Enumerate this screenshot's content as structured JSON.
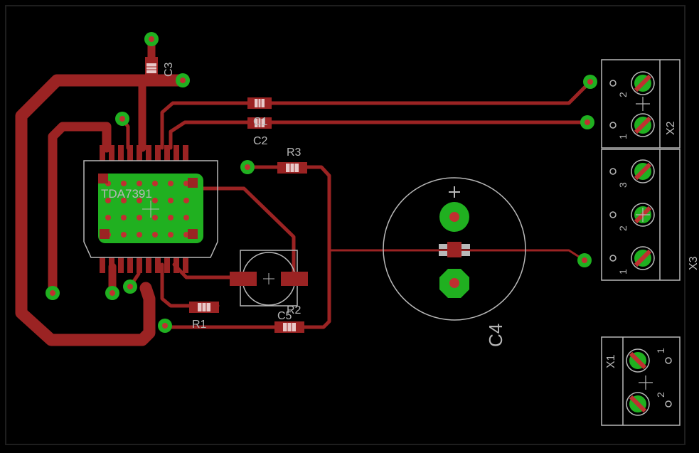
{
  "colors": {
    "background": "#000000",
    "copper": "#9b2323",
    "pad": "#20b020",
    "drill": "#c03030",
    "silkscreen": "#b8b8b8",
    "smd_body": "#e8c8c8"
  },
  "labels": {
    "ic": "TDA7391",
    "c1": "C1",
    "c2": "C2",
    "c3": "C3",
    "c4": "C4",
    "c5": "C5",
    "r1": "R1",
    "r2": "R2",
    "r3": "R3",
    "x1": "X1",
    "x2": "X2",
    "x3": "X3",
    "pin1": "1",
    "pin2": "2",
    "pin3": "3",
    "plus": "+"
  }
}
